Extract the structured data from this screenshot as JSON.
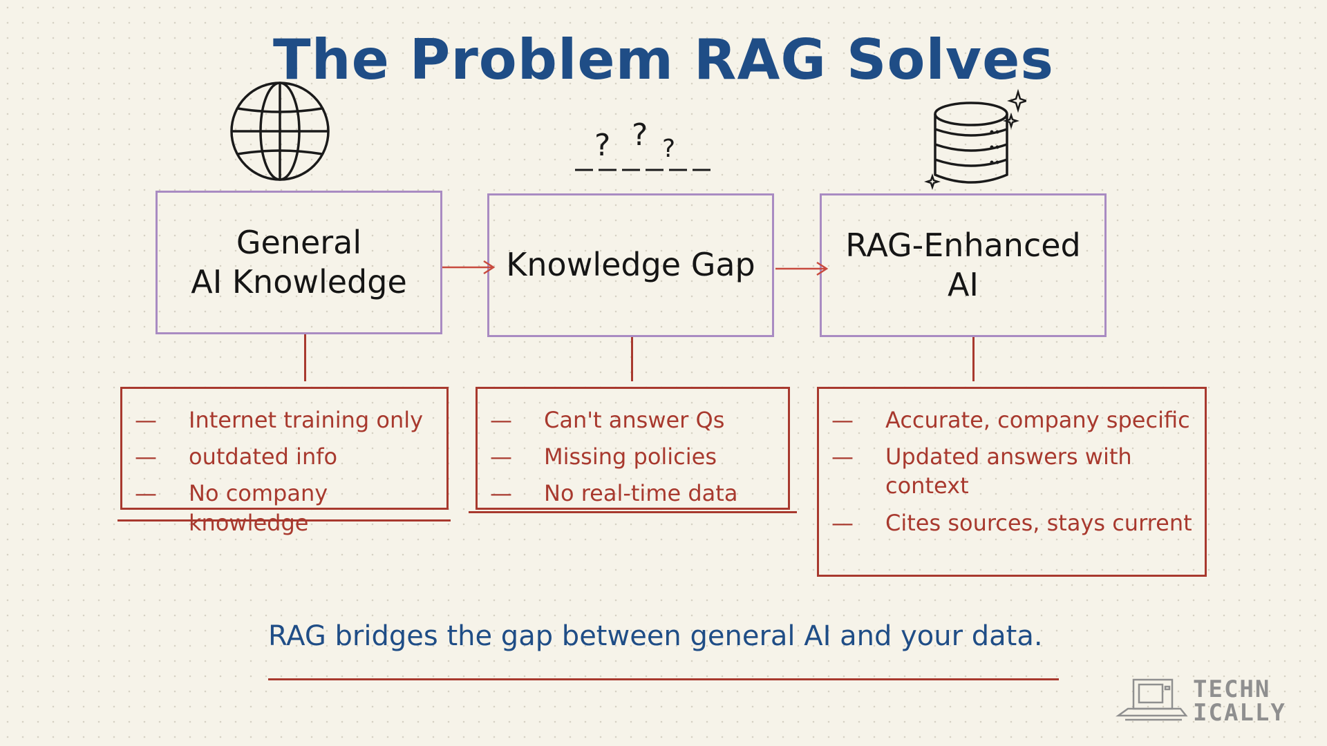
{
  "title": "The Problem RAG Solves",
  "stages": [
    {
      "label": "General\nAI Knowledge",
      "icon": "globe-icon",
      "items": [
        "Internet training only",
        "outdated info",
        "No company knowledge"
      ]
    },
    {
      "label": "Knowledge Gap",
      "icon": "question-marks-icon",
      "items": [
        "Can't answer Qs",
        "Missing policies",
        "No real-time data"
      ]
    },
    {
      "label": "RAG-Enhanced\nAI",
      "icon": "database-icon",
      "items": [
        "Accurate, company specific",
        "Updated answers with context",
        "Cites sources, stays current"
      ]
    }
  ],
  "bullet": "—",
  "question_marks": [
    "?",
    "?",
    "?"
  ],
  "footer": "RAG bridges the gap between general AI and your data.",
  "logo": {
    "text": "TECHN\nICALLY",
    "icon": "computer-icon"
  },
  "colors": {
    "title": "#1f4d86",
    "stage_border": "#a98bc2",
    "list_red": "#a8392e",
    "background": "#f6f3e9"
  }
}
